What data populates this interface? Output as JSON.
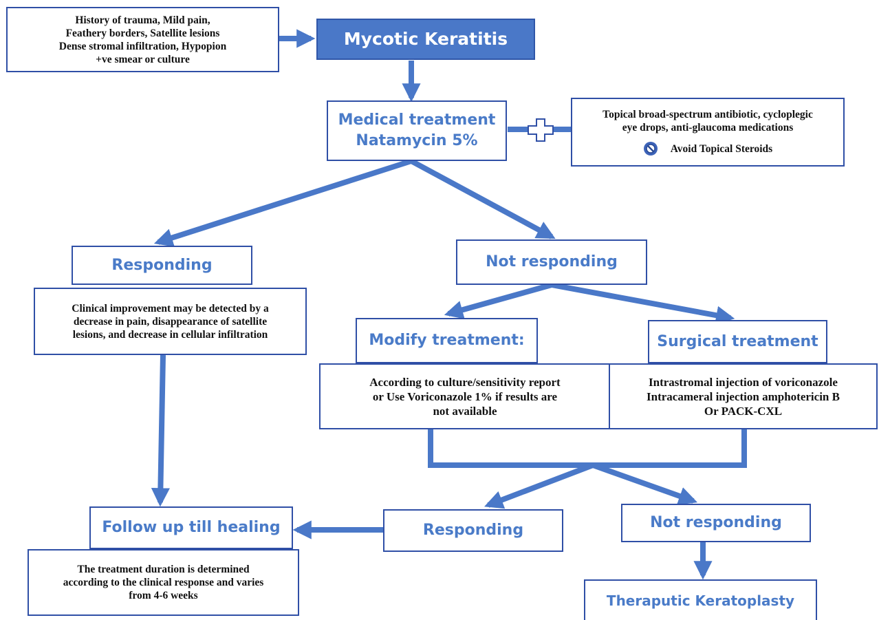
{
  "colors": {
    "arrow": "#4a78c8",
    "border": "#2f4fa6",
    "heading": "#4a7bc8",
    "title_fill": "#4a78c8",
    "title_text": "#ffffff"
  },
  "diagnosis": {
    "lines": [
      "History of trauma, Mild pain,",
      "Feathery borders, Satellite lesions",
      "Dense stromal infiltration, Hypopion",
      "+ve smear or culture"
    ]
  },
  "title": "Mycotic Keratitis",
  "medical": {
    "line1": "Medical treatment",
    "line2": "Natamycin 5%"
  },
  "adjunct": {
    "line1": "Topical broad-spectrum antibiotic, cycloplegic",
    "line2": "eye drops, anti-glaucoma medications",
    "avoid": "Avoid Topical Steroids",
    "avoid_icon": "prohibited-icon",
    "plus_icon": "plus-icon"
  },
  "responding_1": {
    "label": "Responding",
    "desc": [
      "Clinical improvement may be detected by a",
      "decrease in pain, disappearance of satellite",
      "lesions, and decrease in cellular infiltration"
    ]
  },
  "not_responding_1": {
    "label": "Not responding"
  },
  "modify": {
    "label": "Modify treatment:",
    "desc": [
      "According to culture/sensitivity report",
      "or Use Voriconazole 1% if results are",
      "not available"
    ]
  },
  "surgical": {
    "label": "Surgical treatment",
    "desc": [
      "Intrastromal injection of voriconazole",
      "Intracameral injection amphotericin B",
      "Or PACK-CXL"
    ]
  },
  "follow_up": {
    "label": "Follow up till healing",
    "desc": [
      "The treatment duration is determined",
      "according to the clinical response and varies",
      "from 4-6 weeks"
    ]
  },
  "responding_2": {
    "label": "Responding"
  },
  "not_responding_2": {
    "label": "Not responding"
  },
  "keratoplasty": {
    "label": "Theraputic Keratoplasty"
  }
}
